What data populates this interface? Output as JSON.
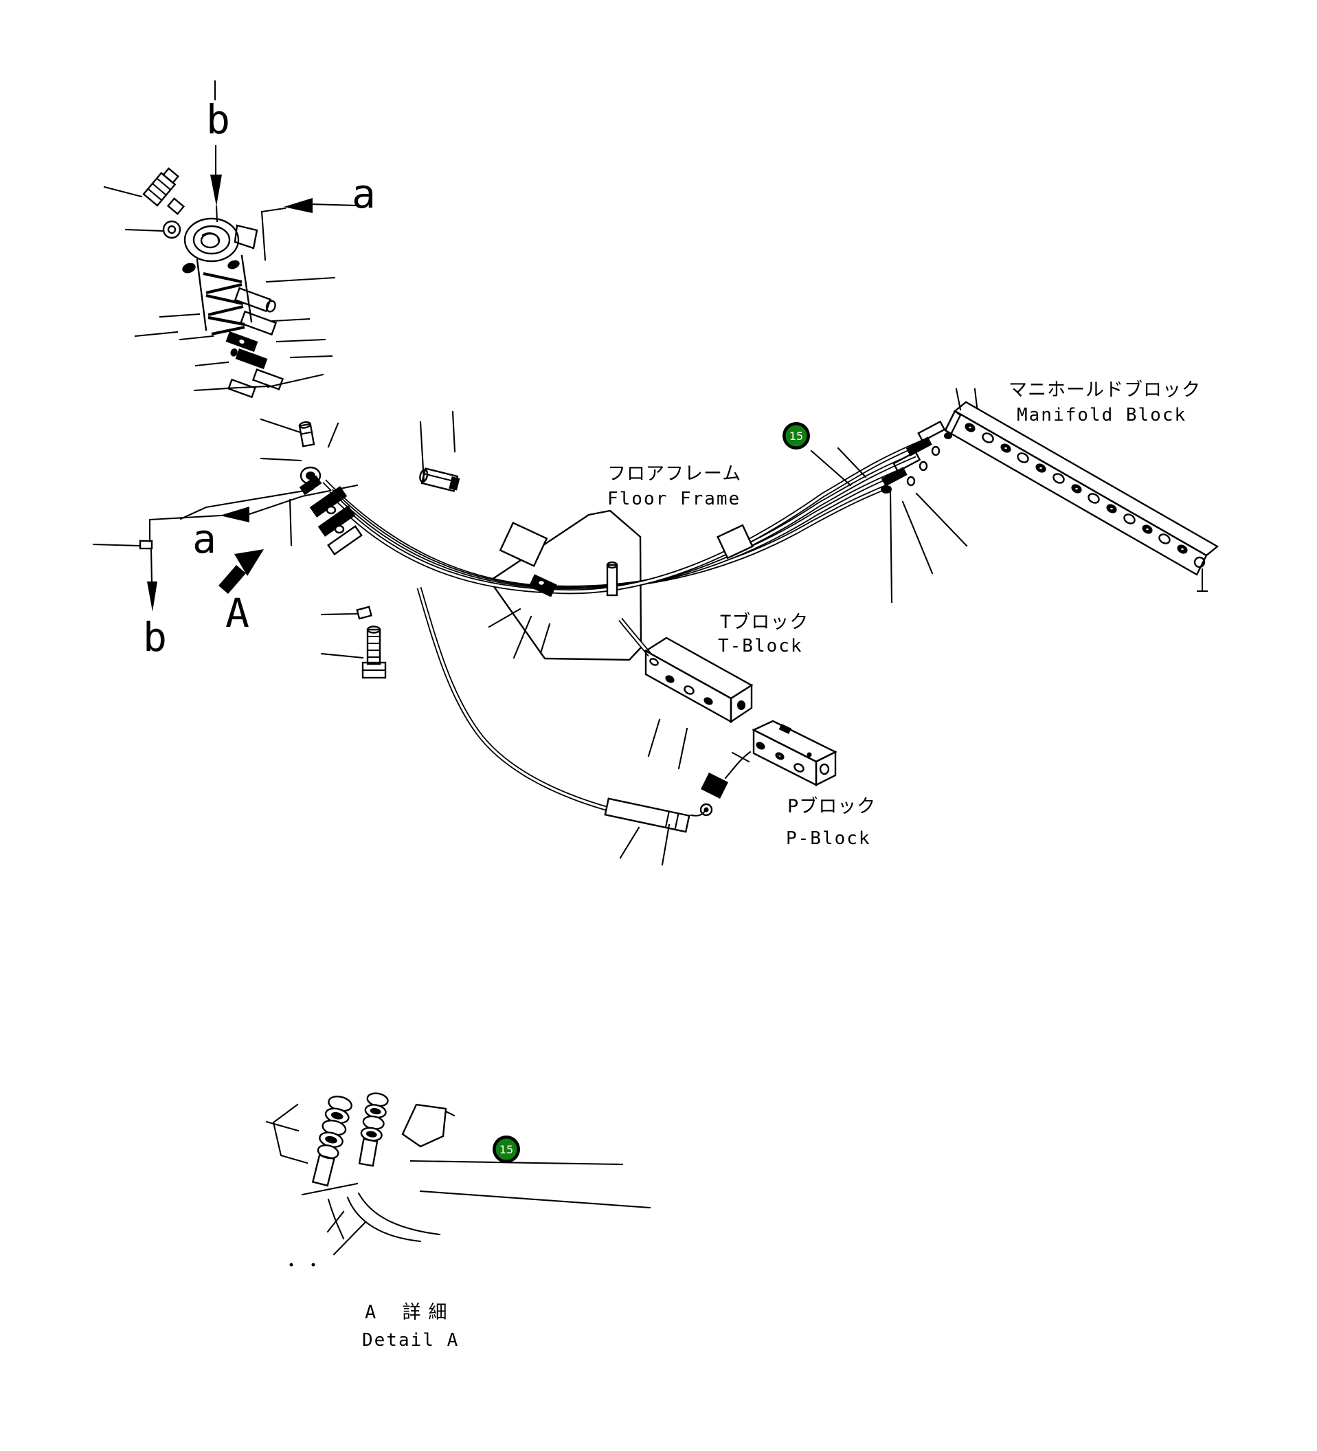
{
  "diagram_labels": {
    "manifold_block": {
      "jp": "マニホールドブロック",
      "en": "Manifold Block"
    },
    "floor_frame": {
      "jp": "フロアフレーム",
      "en": "Floor Frame"
    },
    "t_block": {
      "jp": "Tブロック",
      "en": "T-Block"
    },
    "p_block": {
      "jp": "Pブロック",
      "en": "P-Block"
    },
    "detail_a": {
      "jp": "A 詳細",
      "en": "Detail A"
    }
  },
  "view_markers": {
    "top_b": "b",
    "top_a": "a",
    "bottom_a": "a",
    "bottom_b": "b",
    "detail_arrow_letter": "A"
  },
  "part_callouts": [
    {
      "number": "15"
    },
    {
      "number": "15"
    }
  ],
  "colors": {
    "background": "#ffffff",
    "line": "#000000",
    "callout_fill": "#117E11",
    "callout_ring": "#000000",
    "callout_text": "#ffffff"
  }
}
